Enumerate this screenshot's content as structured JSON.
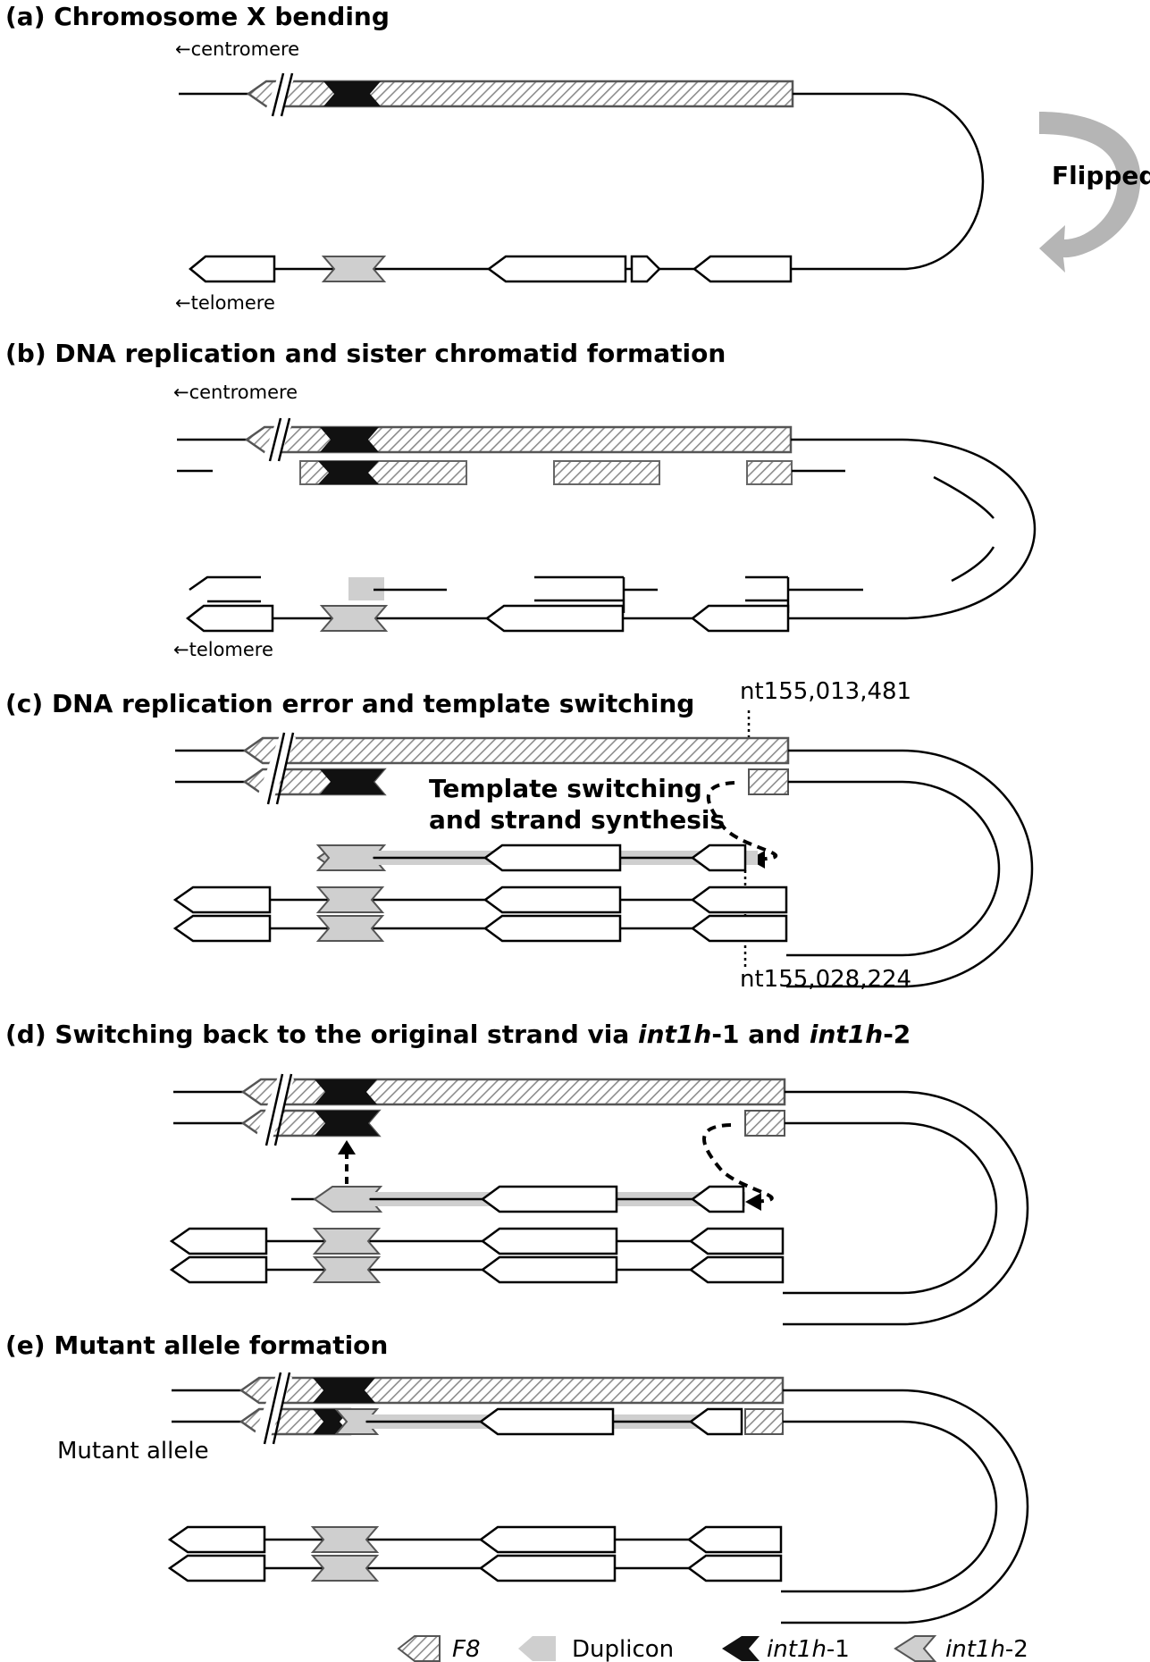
{
  "panels": {
    "a": {
      "title": "(a) Chromosome X bending",
      "centromere": "←centromere",
      "telomere": "←telomere",
      "flipped": "Flipped"
    },
    "b": {
      "title": "(b) DNA replication and sister chromatid formation",
      "centromere": "←centromere",
      "telomere": "←telomere"
    },
    "c": {
      "title": "(c) DNA replication error and template switching",
      "pos_top": "nt155,013,481",
      "pos_bottom": "nt155,028,224",
      "annotation_line1": "Template switching",
      "annotation_line2": "and strand synthesis"
    },
    "d": {
      "title_prefix": "(d) Switching back to the original strand via ",
      "title_i1": "int1h",
      "title_n1": "-1 and ",
      "title_i2": "int1h",
      "title_n2": "-2"
    },
    "e": {
      "title": "(e) Mutant allele formation",
      "mutant_label": "Mutant allele"
    }
  },
  "legend": {
    "f8": "F8",
    "duplicon": "Duplicon",
    "int1h1_italic": "int1h",
    "int1h1_suffix": "-1",
    "int1h2_italic": "int1h",
    "int1h2_suffix": "-2"
  },
  "colors": {
    "f8_hatch": "#9a9a9a",
    "duplicon": "#c8c8c8",
    "int1h1": "#111111",
    "int1h2": "#c8c8c8",
    "flip_arrow": "#b5b5b5",
    "line": "#000000"
  }
}
